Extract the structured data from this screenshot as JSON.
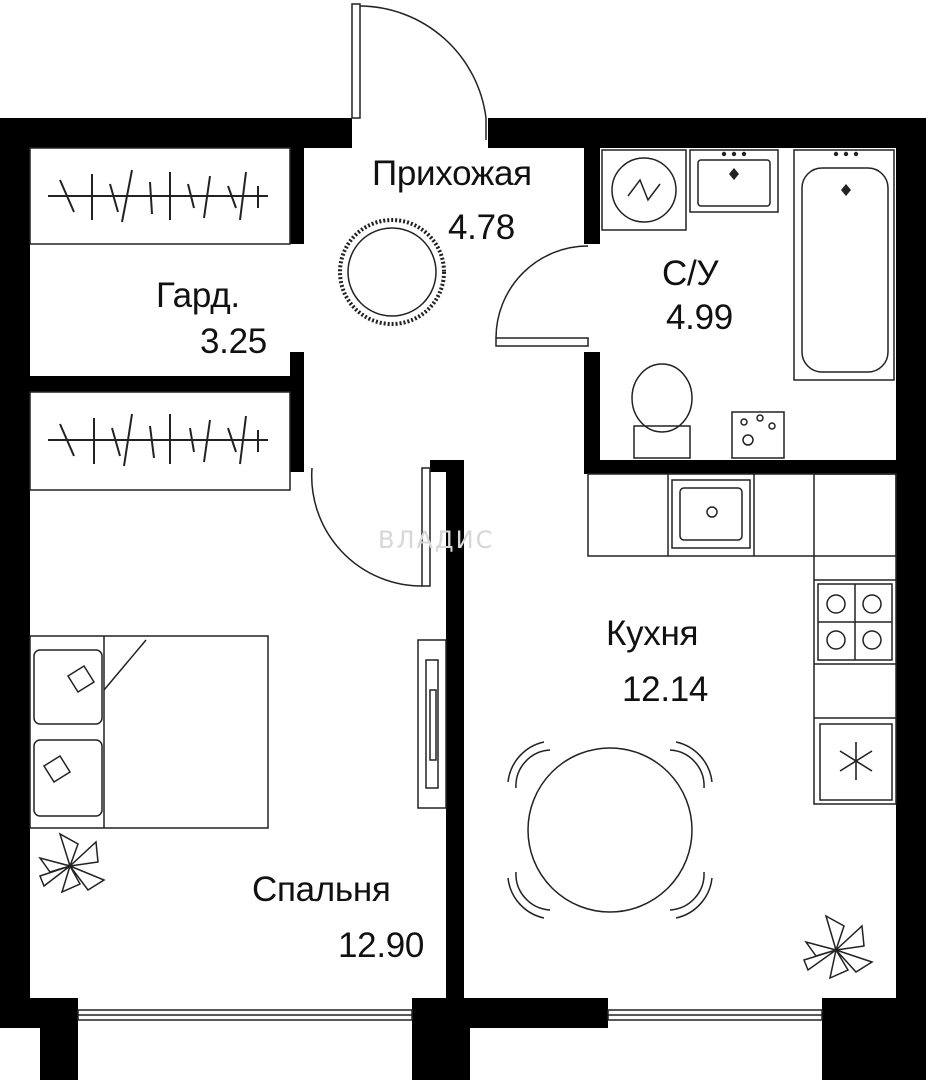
{
  "rooms": [
    {
      "id": "hallway",
      "name": "Прихожая",
      "area": "4.78"
    },
    {
      "id": "wardrobe",
      "name": "Гард.",
      "area": "3.25"
    },
    {
      "id": "bathroom",
      "name": "С/У",
      "area": "4.99"
    },
    {
      "id": "kitchen",
      "name": "Кухня",
      "area": "12.14"
    },
    {
      "id": "bedroom",
      "name": "Спальня",
      "area": "12.90"
    }
  ],
  "watermark": "ВЛАДИС",
  "colors": {
    "wall": "#000000",
    "line": "#1a1a1a",
    "background": "#ffffff",
    "watermark": "#d7d7d7"
  }
}
